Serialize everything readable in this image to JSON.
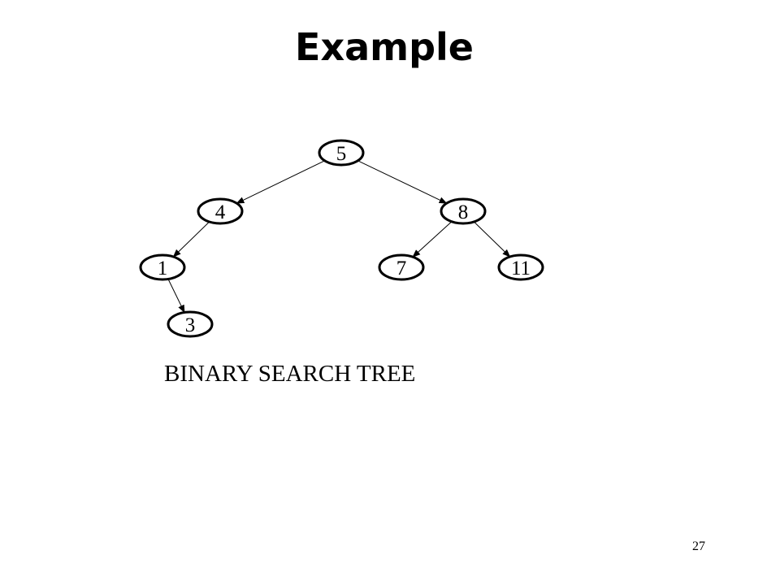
{
  "slide": {
    "title": "Example",
    "caption": "BINARY SEARCH TREE",
    "page_number": "27"
  },
  "tree": {
    "nodes": [
      {
        "id": "n5",
        "label": "5"
      },
      {
        "id": "n4",
        "label": "4"
      },
      {
        "id": "n8",
        "label": "8"
      },
      {
        "id": "n1",
        "label": "1"
      },
      {
        "id": "n7",
        "label": "7"
      },
      {
        "id": "n11",
        "label": "11"
      },
      {
        "id": "n3",
        "label": "3"
      }
    ],
    "edges": [
      {
        "from": "n5",
        "to": "n4"
      },
      {
        "from": "n5",
        "to": "n8"
      },
      {
        "from": "n4",
        "to": "n1"
      },
      {
        "from": "n8",
        "to": "n7"
      },
      {
        "from": "n8",
        "to": "n11"
      },
      {
        "from": "n1",
        "to": "n3"
      }
    ]
  }
}
